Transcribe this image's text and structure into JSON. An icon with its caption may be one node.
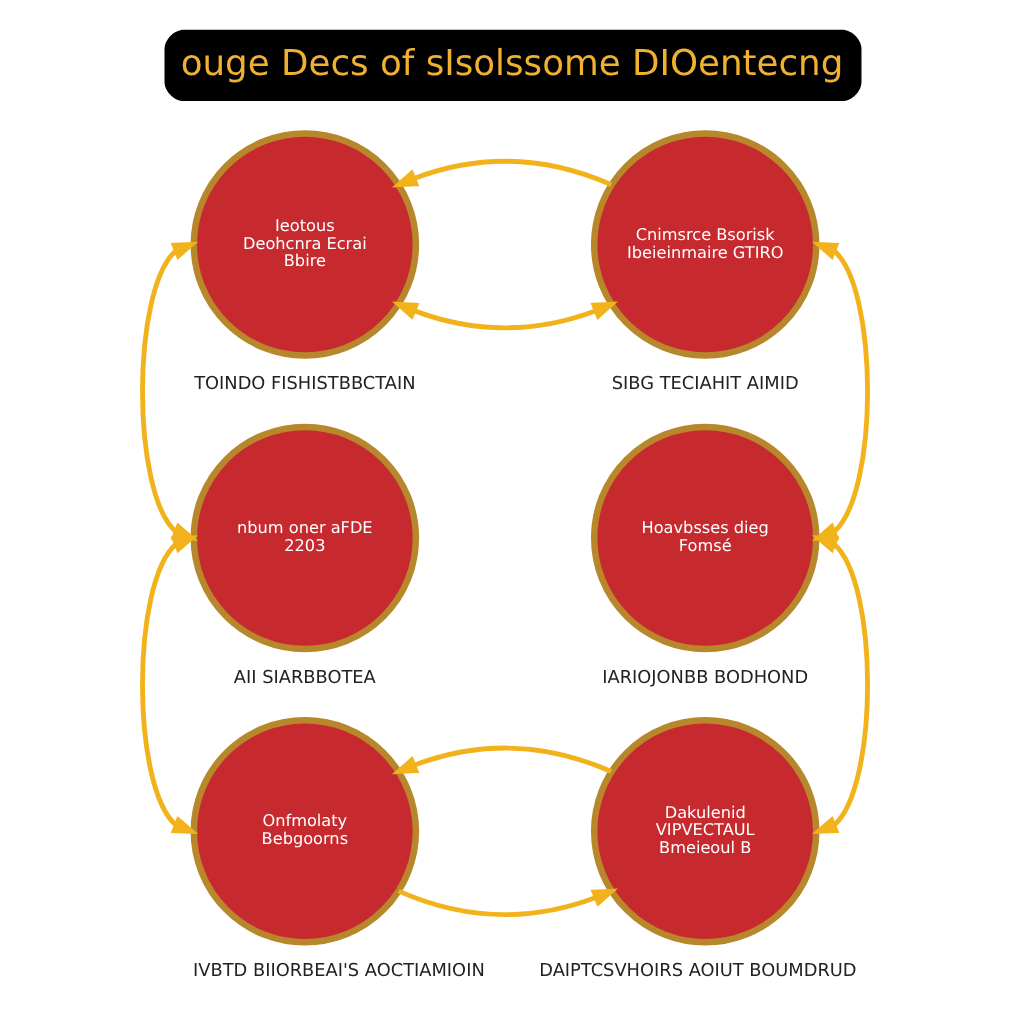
{
  "diagram": {
    "title": "ouge Decs of sIsolssome DIOentecng",
    "nodes": [
      {
        "text": [
          "Ieotous",
          "Deohcnra Ecrai Bbire"
        ],
        "beside": [
          "TOINDO FISHISTBBCTAIN"
        ]
      },
      {
        "text": [
          "Cnimsrce Bsorisk",
          "Ibeieinmaire GTIRO"
        ],
        "beside": [
          "SIBG TECIAHIT AIMID"
        ]
      },
      {
        "text": [
          "nbum oner aFDE 2203"
        ],
        "beside": [
          "AII SIARBBOTEA"
        ]
      },
      {
        "text": [
          "Hoavbsses dieg",
          "Fomsé"
        ],
        "beside": [
          "IARIOJONBB BODHOND"
        ]
      },
      {
        "text": [
          "Onfmolaty",
          "Bebgoorns"
        ],
        "beside": [
          "IVBTD BIIORBEAI'S AOCTIAMIOIN"
        ]
      },
      {
        "text": [
          "Dakulenid VIPVECTAUL Bmeieoul B"
        ],
        "beside": [
          "DAIPTCSVHOIRS AOIUT BOUMDRUD"
        ]
      }
    ],
    "edges": [
      {
        "from": 0,
        "to": 1,
        "arrow": "both"
      },
      {
        "from": 1,
        "to": 0,
        "arrow": "to"
      },
      {
        "from": 1,
        "to": 3,
        "arrow": "both"
      },
      {
        "from": 3,
        "to": 5,
        "arrow": "both"
      },
      {
        "from": 4,
        "to": 5,
        "arrow": "to"
      },
      {
        "from": 5,
        "to": 4,
        "arrow": "to"
      },
      {
        "from": 4,
        "to": 2,
        "arrow": "both"
      },
      {
        "from": 2,
        "to": 0,
        "arrow": "both"
      }
    ]
  }
}
